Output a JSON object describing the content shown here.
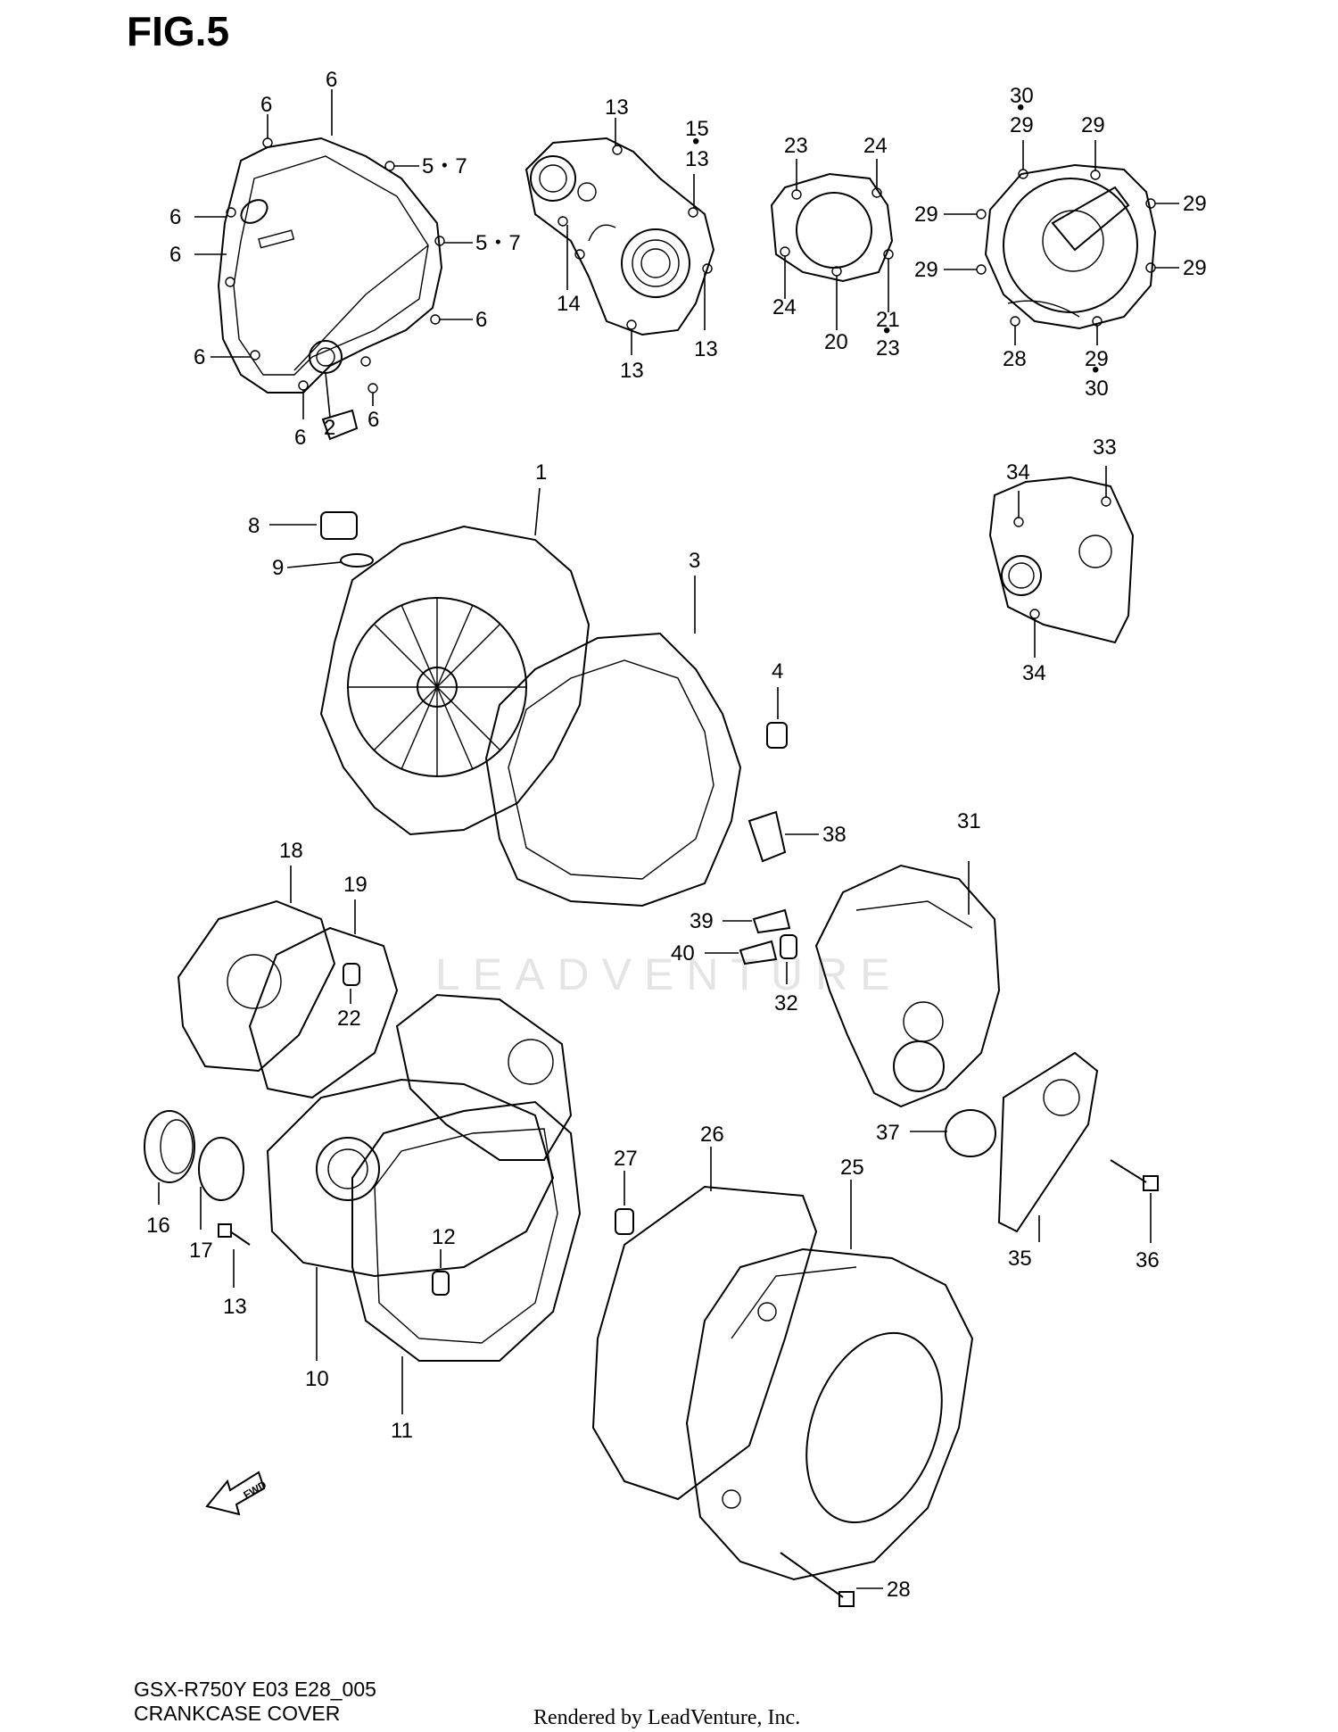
{
  "figure_title": "FIG.5",
  "model_code": "GSX-R750Y  E03  E28_005",
  "section_title": "CRANKCASE COVER",
  "render_credit": "Rendered by LeadVenture, Inc.",
  "watermark": "LEADVENTURE",
  "fwd_label": "FWD",
  "callouts": {
    "c1": "1",
    "c2": "2",
    "c3": "3",
    "c4": "4",
    "c5_7a": "5・7",
    "c5_7b": "5・7",
    "c6": "6",
    "c8": "8",
    "c9": "9",
    "c10": "10",
    "c11": "11",
    "c12": "12",
    "c13": "13",
    "c14": "14",
    "c15": "15",
    "c16": "16",
    "c17": "17",
    "c18": "18",
    "c19": "19",
    "c20": "20",
    "c21": "21",
    "c22": "22",
    "c23": "23",
    "c24": "24",
    "c25": "25",
    "c26": "26",
    "c27": "27",
    "c28": "28",
    "c29": "29",
    "c30": "30",
    "c31": "31",
    "c32": "32",
    "c33": "33",
    "c34": "34",
    "c35": "35",
    "c36": "36",
    "c37": "37",
    "c38": "38",
    "c39": "39",
    "c40": "40"
  }
}
